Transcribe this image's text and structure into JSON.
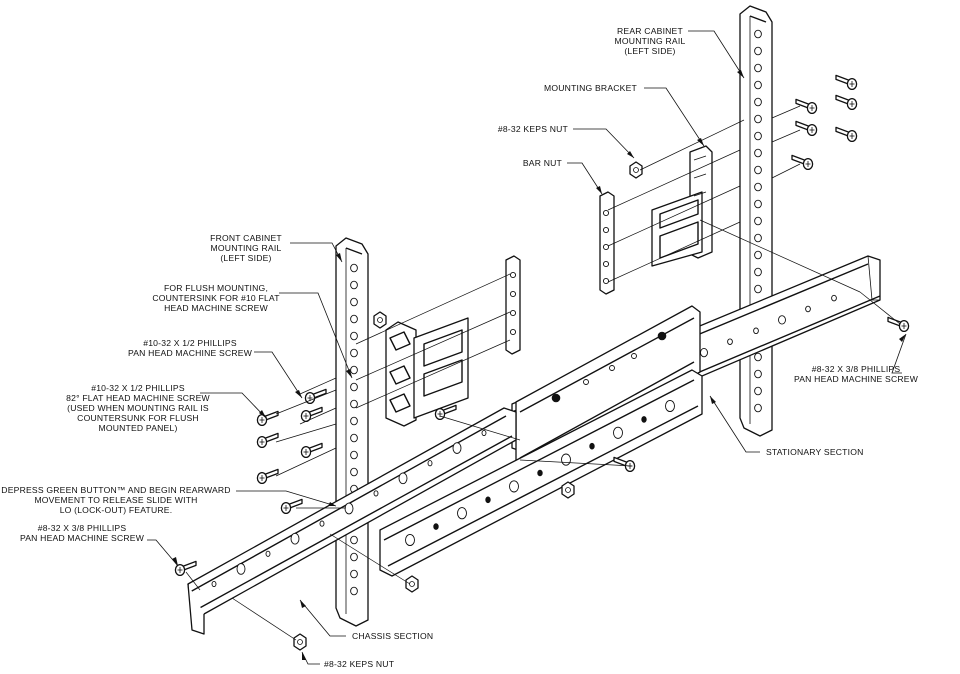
{
  "labels": {
    "rear_rail": [
      "REAR CABINET",
      "MOUNTING RAIL",
      "(LEFT SIDE)"
    ],
    "mounting_bracket": [
      "MOUNTING BRACKET"
    ],
    "keps_nut_top": [
      "#8-32 KEPS NUT"
    ],
    "bar_nut": [
      "BAR NUT"
    ],
    "front_rail": [
      "FRONT CABINET",
      "MOUNTING RAIL",
      "(LEFT SIDE)"
    ],
    "flush_mounting": [
      "FOR FLUSH MOUNTING,",
      "COUNTERSINK FOR #10 FLAT",
      "HEAD MACHINE SCREW"
    ],
    "pan_head_10": [
      "#10-32 X 1/2 PHILLIPS",
      "PAN HEAD MACHINE SCREW"
    ],
    "flat_head_10": [
      "#10-32 X 1/2 PHILLIPS",
      "82° FLAT HEAD MACHINE SCREW",
      "(USED WHEN MOUNTING RAIL IS",
      "COUNTERSUNK FOR FLUSH",
      "MOUNTED PANEL)"
    ],
    "depress_button": [
      "DEPRESS GREEN BUTTON™ AND BEGIN REARWARD",
      "MOVEMENT TO RELEASE SLIDE WITH",
      "LO (LOCK-OUT) FEATURE."
    ],
    "pan_head_8_left": [
      "#8-32 X 3/8 PHILLIPS",
      "PAN HEAD MACHINE SCREW"
    ],
    "pan_head_8_right": [
      "#8-32 X 3/8 PHILLIPS",
      "PAN HEAD MACHINE SCREW"
    ],
    "stationary_section": [
      "STATIONARY SECTION"
    ],
    "chassis_section": [
      "CHASSIS SECTION"
    ],
    "keps_nut_bottom": [
      "#8-32 KEPS NUT"
    ]
  }
}
